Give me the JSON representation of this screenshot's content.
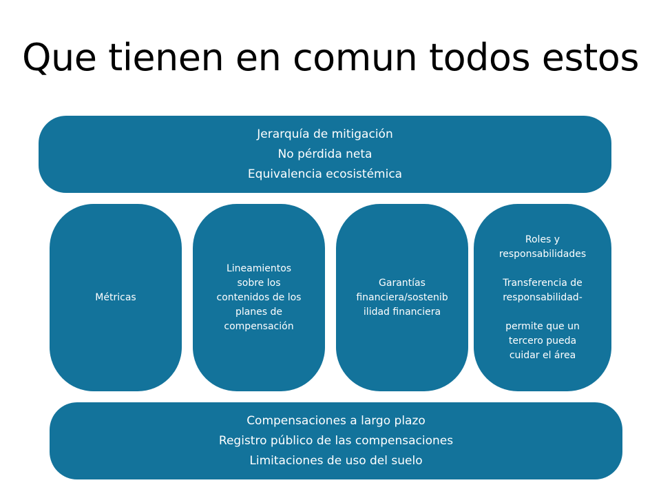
{
  "title": "Que tienen en comun todos estos",
  "top_box": {
    "lines": [
      "Jerarquía de mitigación",
      "No pérdida neta",
      "Equivalencia ecosistémica"
    ]
  },
  "pills": [
    {
      "lines": [
        "Métricas"
      ]
    },
    {
      "lines": [
        "Lineamientos",
        "sobre los",
        "contenidos de los",
        "planes de",
        "compensación"
      ]
    },
    {
      "lines": [
        "Garantías",
        "financiera/sostenib",
        "ilidad financiera"
      ]
    },
    {
      "lines": [
        "Roles y",
        "responsabilidades",
        "",
        "Transferencia de",
        "responsabilidad-",
        "",
        "permite que un",
        "tercero pueda",
        "cuidar el área"
      ]
    }
  ],
  "bottom_box": {
    "lines": [
      "Compensaciones a largo plazo",
      "Registro público de las compensaciones",
      "Limitaciones de uso del suelo"
    ]
  },
  "colors": {
    "box_fill": "#13739b",
    "box_text": "#ffffff",
    "title_text": "#000000"
  }
}
